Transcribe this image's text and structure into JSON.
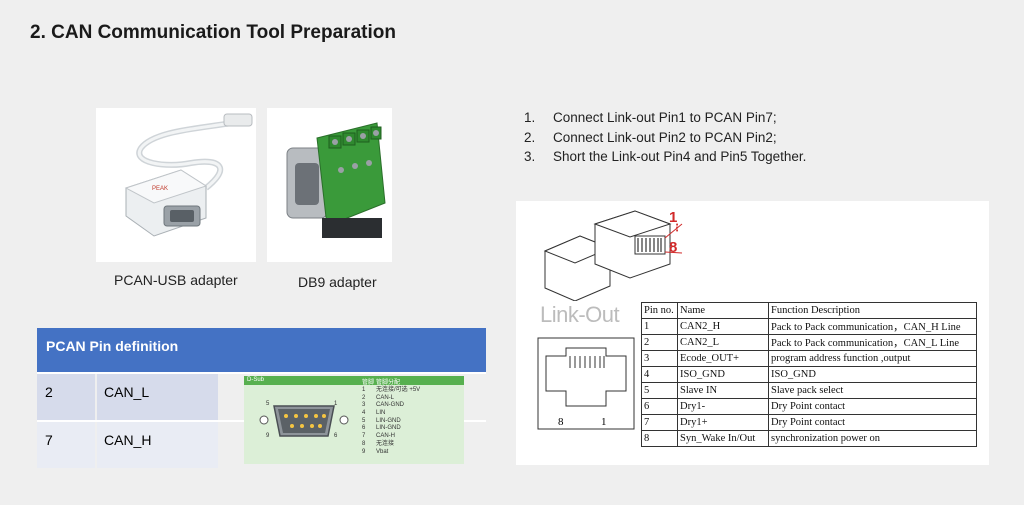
{
  "title": "2. CAN Communication Tool Preparation",
  "photos": {
    "pcan_caption": "PCAN-USB adapter",
    "db9_caption": "DB9 adapter"
  },
  "steps": [
    {
      "num": "1.",
      "text": "Connect Link-out Pin1 to PCAN Pin7;"
    },
    {
      "num": "2.",
      "text": "Connect Link-out Pin2 to PCAN Pin2;"
    },
    {
      "num": "3.",
      "text": "Short the Link-out Pin4 and Pin5 Together."
    }
  ],
  "pcan_table": {
    "header": "PCAN Pin definition",
    "rows": [
      {
        "pin": "2",
        "name": "CAN_L"
      },
      {
        "pin": "7",
        "name": "CAN_H"
      }
    ]
  },
  "dsub": {
    "title": "D-Sub",
    "col_pin": "管脚",
    "col_assign": "管脚分配",
    "pins": [
      {
        "pin": "1",
        "label": "无连接/可选 +5V"
      },
      {
        "pin": "2",
        "label": "CAN-L"
      },
      {
        "pin": "3",
        "label": "CAN-GND"
      },
      {
        "pin": "4",
        "label": "LIN"
      },
      {
        "pin": "5",
        "label": "LIN-GND"
      },
      {
        "pin": "6",
        "label": "LIN-GND"
      },
      {
        "pin": "7",
        "label": "CAN-H"
      },
      {
        "pin": "8",
        "label": "无连接"
      },
      {
        "pin": "9",
        "label": "Vbat"
      }
    ],
    "pin_labels": [
      "5",
      "1",
      "9",
      "6"
    ]
  },
  "linkout": {
    "label": "Link-Out",
    "callout_top": "1",
    "callout_dots": "⋮",
    "callout_bottom": "8",
    "socket_left": "8",
    "socket_right": "1",
    "table": {
      "headers": [
        "Pin no.",
        "Name",
        "Function Description"
      ],
      "rows": [
        [
          "1",
          "CAN2_H",
          "Pack to Pack communication，CAN_H Line"
        ],
        [
          "2",
          "CAN2_L",
          "Pack to Pack communication，CAN_L Line"
        ],
        [
          "3",
          "Ecode_OUT+",
          "program address function ,output"
        ],
        [
          "4",
          "ISO_GND",
          "ISO_GND"
        ],
        [
          "5",
          "Slave IN",
          "Slave pack select"
        ],
        [
          "6",
          "Dry1-",
          "Dry Point contact"
        ],
        [
          "7",
          "Dry1+",
          "Dry Point contact"
        ],
        [
          "8",
          "Syn_Wake In/Out",
          "synchronization power on"
        ]
      ]
    }
  },
  "colors": {
    "pcan_header": "#4472c4",
    "dsub_header": "#57b04f",
    "callout": "#d12a2a"
  }
}
